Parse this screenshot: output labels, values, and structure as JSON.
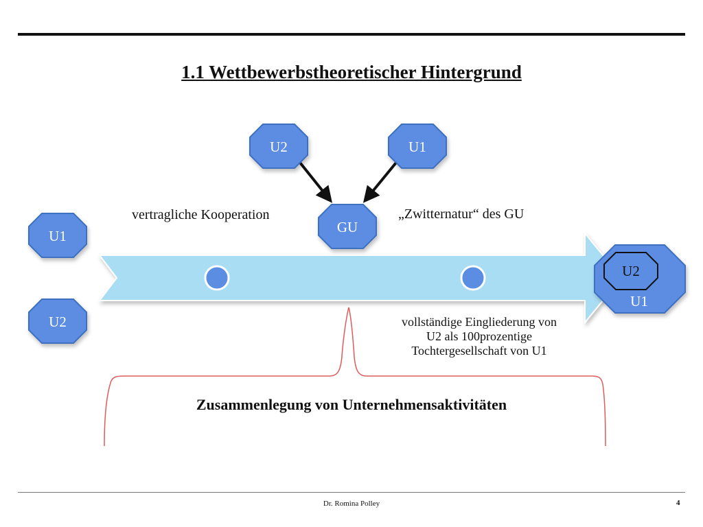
{
  "title": "1.1 Wettbewerbstheoretischer Hintergrund",
  "labels": {
    "cooperation": "vertragliche Kooperation",
    "twin_nature": "„Zwitternatur“ des GU",
    "integration_line1": "vollständige Eingliederung von",
    "integration_line2": "U2 als 100prozentige",
    "integration_line3": "Tochtergesellschaft von U1",
    "merger": "Zusammenlegung von Unternehmensaktivitäten"
  },
  "nodes": {
    "left_u1": "U1",
    "left_u2": "U2",
    "top_u2": "U2",
    "top_u1": "U1",
    "gu": "GU",
    "merged_outer": "U1",
    "merged_inner": "U2"
  },
  "footer": {
    "author": "Dr. Romina Polley",
    "page": "4"
  },
  "colors": {
    "octagon_fill": "#5b8de3",
    "octagon_stroke": "#3c6fc0",
    "arrow_fill": "#a9ddf4",
    "bracket": "#e05a5a"
  }
}
